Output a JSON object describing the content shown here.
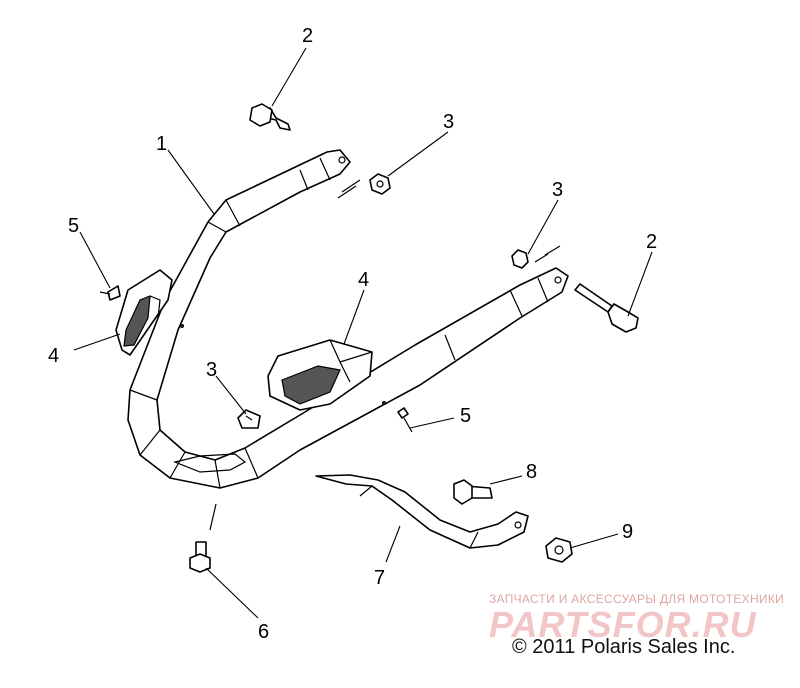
{
  "callouts": {
    "c1": "1",
    "c2a": "2",
    "c2b": "2",
    "c3a": "3",
    "c3b": "3",
    "c3c": "3",
    "c4a": "4",
    "c4b": "4",
    "c5a": "5",
    "c5b": "5",
    "c6": "6",
    "c7": "7",
    "c8": "8",
    "c9": "9"
  },
  "watermark": {
    "tagline": "ЗАПЧАСТИ И АКСЕССУАРЫ ДЛЯ МОТОТЕХНИКИ",
    "brand": "PARTSFOR.RU"
  },
  "copyright": "© 2011 Polaris Sales Inc."
}
